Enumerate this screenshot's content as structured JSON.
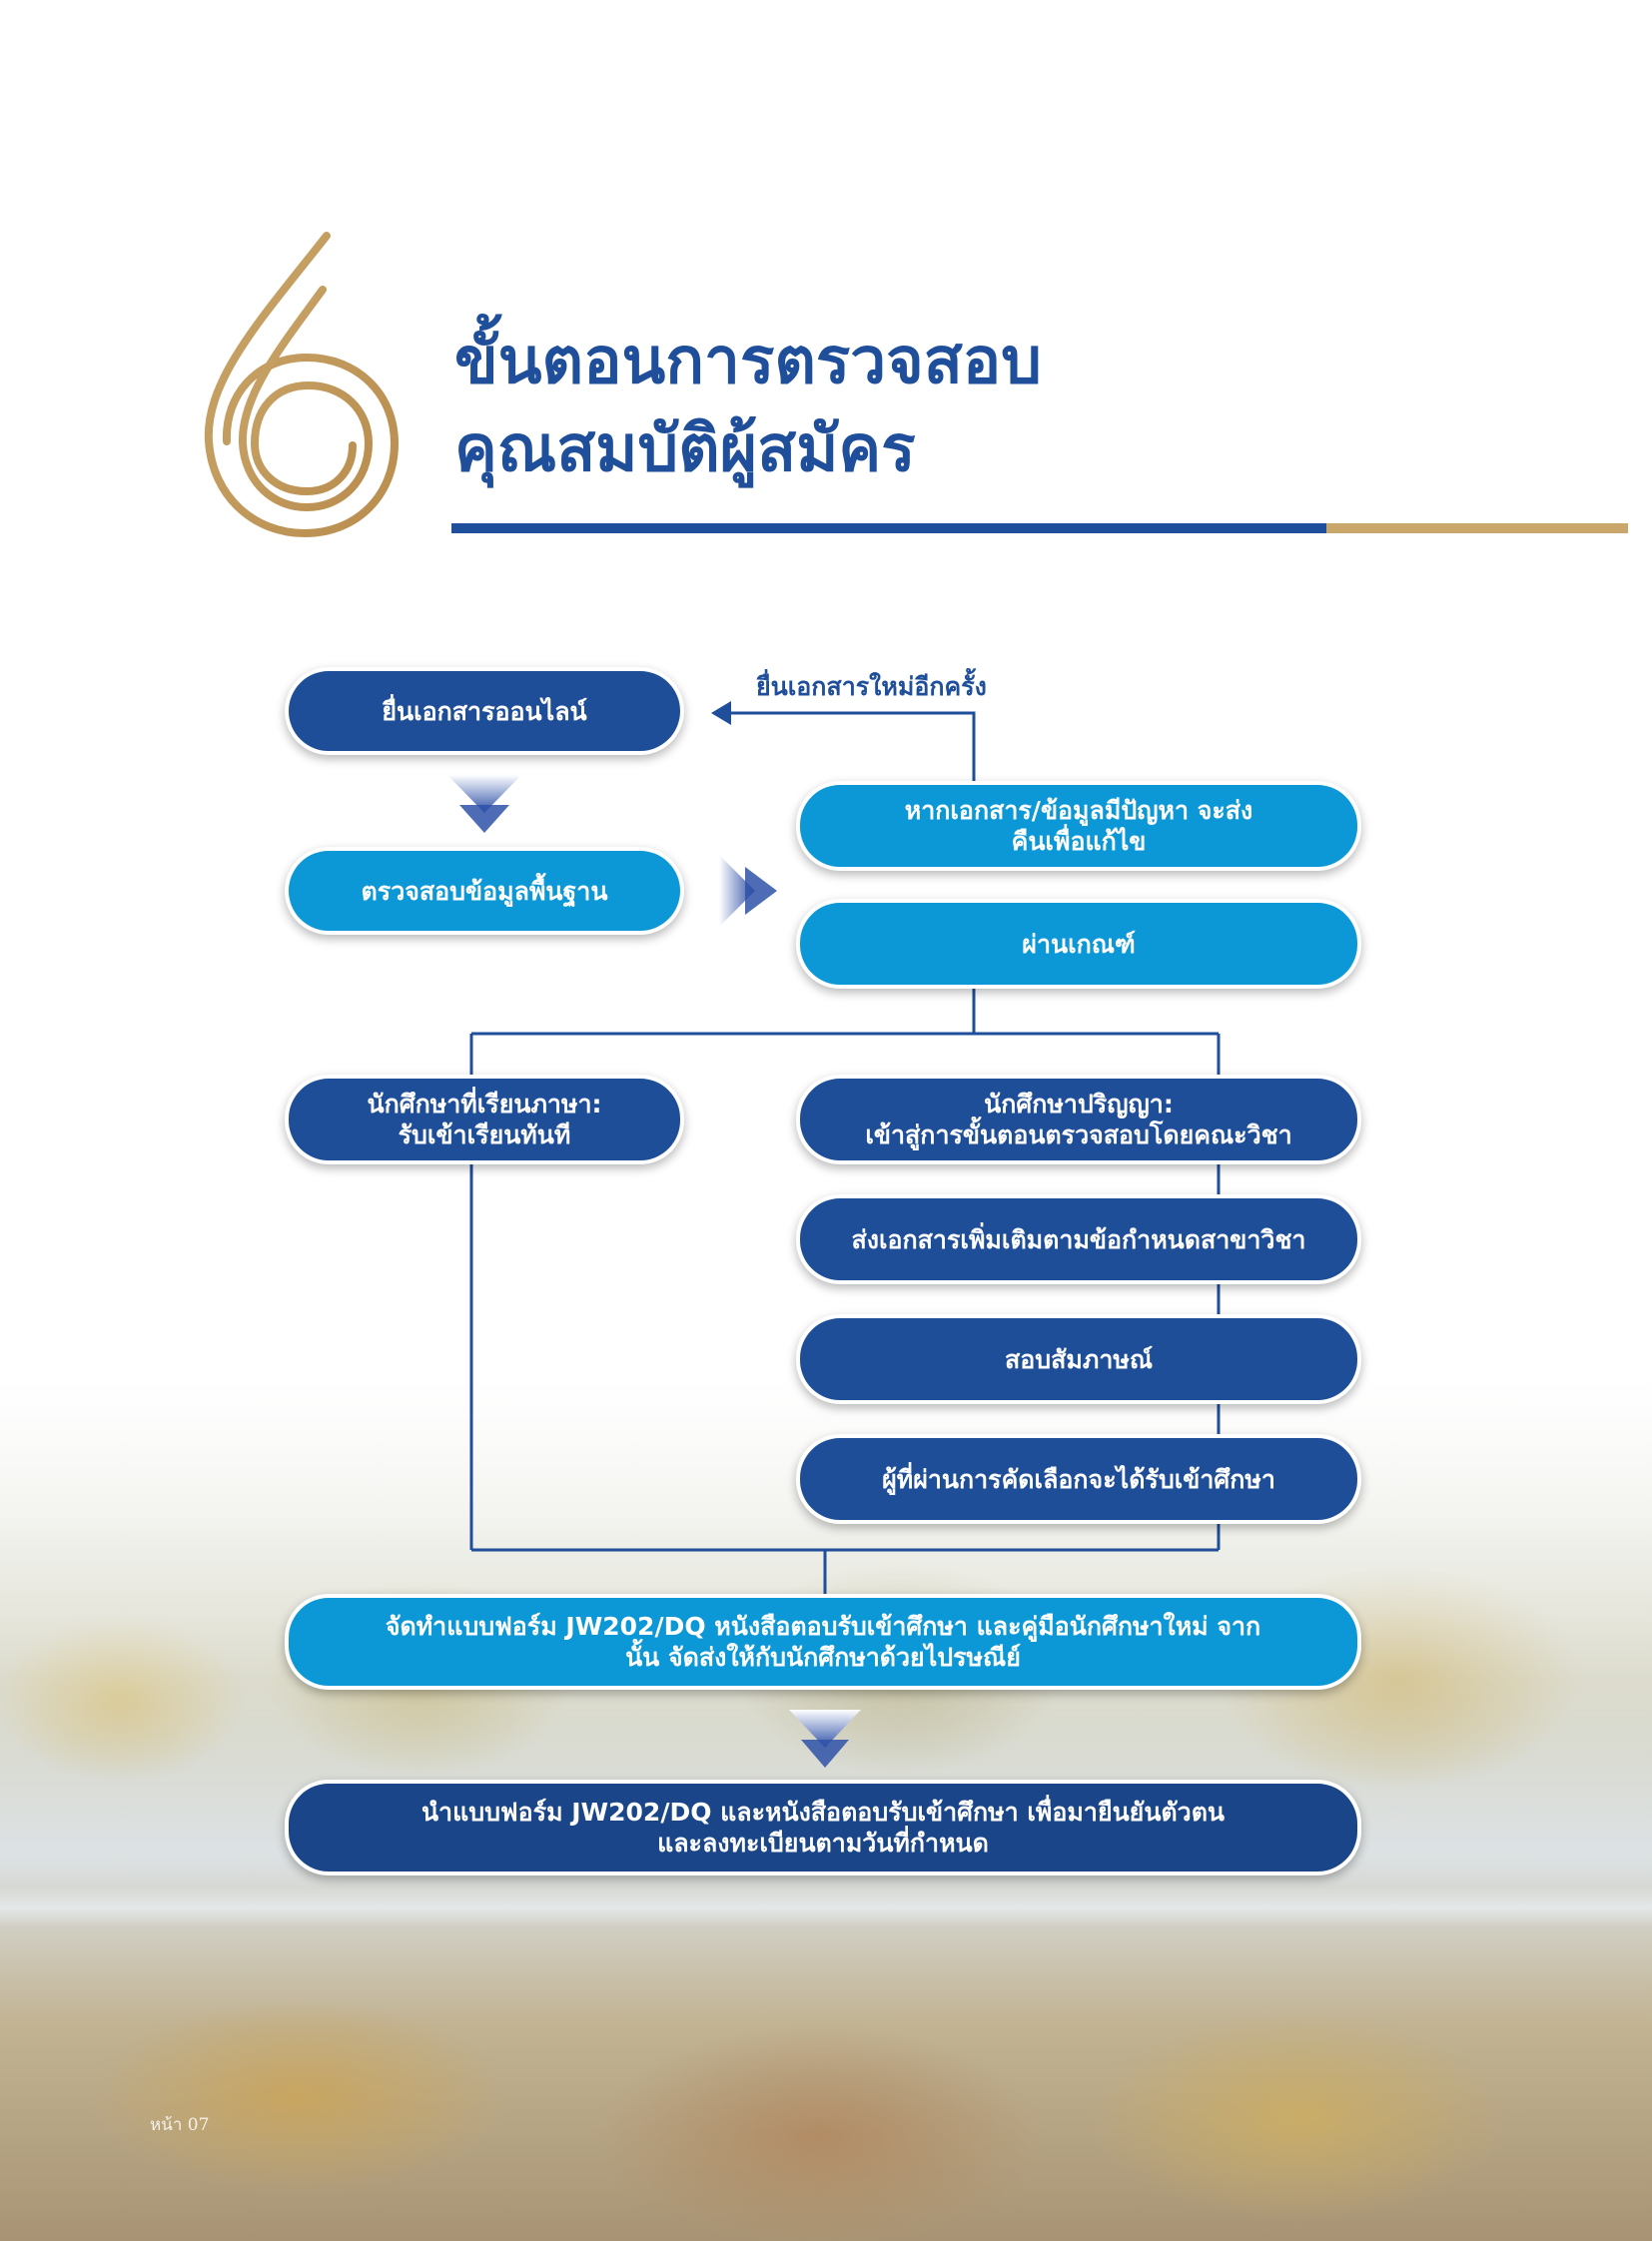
{
  "heading": {
    "number": "6",
    "title_line1": "ขั้นตอนการตรวจสอบ",
    "title_line2": "คุณสมบัติผู้สมัคร"
  },
  "flow": {
    "submit_online": "ยื่นเอกสารออนไลน์",
    "basic_check": "ตรวจสอบข้อมูลพื้นฐาน",
    "resubmit_label": "ยื่นเอกสารใหม่อีกครั้ง",
    "problem": {
      "line1": "หากเอกสาร/ข้อมูลมีปัญหา จะส่ง",
      "line2": "คืนเพื่อแก้ไข"
    },
    "pass": "ผ่านเกณฑ์",
    "language_students": {
      "line1": "นักศึกษาที่เรียนภาษา:",
      "line2": "รับเข้าเรียนทันที"
    },
    "degree_students": {
      "line1": "นักศึกษาปริญญา:",
      "line2": "เข้าสู่การขั้นตอนตรวจสอบโดยคณะวิชา"
    },
    "additional_docs": "ส่งเอกสารเพิ่มเติมตามข้อกำหนดสาขาวิชา",
    "interview": "สอบสัมภาษณ์",
    "selected": "ผู้ที่ผ่านการคัดเลือกจะได้รับเข้าศึกษา",
    "prepare_forms": {
      "line1": "จัดทำแบบฟอร์ม JW202/DQ หนังสือตอบรับเข้าศึกษา และคู่มือนักศึกษาใหม่ จาก",
      "line2": "นั้น จัดส่งให้กับนักศึกษาด้วยไปรษณีย์"
    },
    "bring_forms": {
      "line1": "นำแบบฟอร์ม JW202/DQ และหนังสือตอบรับเข้าศึกษา เพื่อมายืนยันตัวตน",
      "line2": "และลงทะเบียนตามวันที่กำหนด"
    }
  },
  "footer": {
    "page_number": "หน้า 07"
  },
  "colors": {
    "title_blue": "#1f4e9b",
    "accent_gold": "#c9a76a",
    "node_dark": "#1f4e98",
    "node_light": "#0c98d6",
    "node_navy": "#1a4689",
    "connector": "#1f4e9b"
  }
}
